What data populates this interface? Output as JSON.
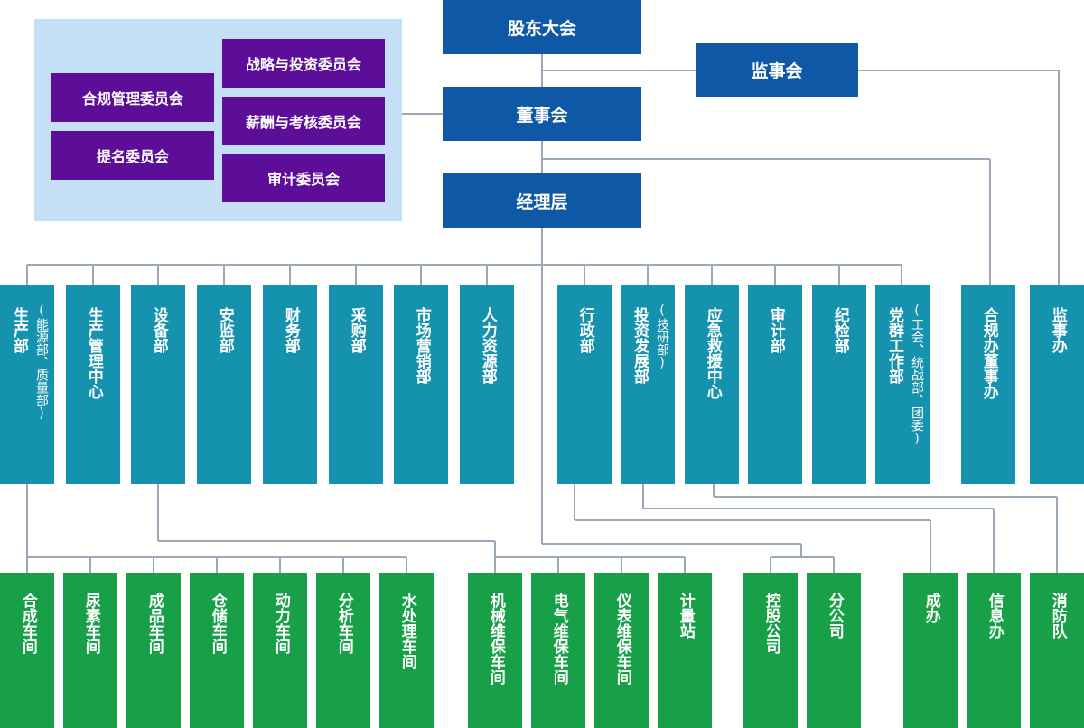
{
  "top": {
    "shareholders": "股东大会",
    "supervisory_board": "监事会",
    "board": "董事会",
    "management": "经理层"
  },
  "committees": {
    "strategy": "战略与投资委员会",
    "compliance": "合规管理委员会",
    "compensation": "薪酬与考核委员会",
    "nomination": "提名委员会",
    "audit": "审计委员会"
  },
  "departments": {
    "production": {
      "name": "生产部",
      "note": "(能源部、质量部)"
    },
    "prod_mgmt": "生产管理中心",
    "equipment": "设备部",
    "safety": "安监部",
    "finance": "财务部",
    "procurement": "采购部",
    "marketing": "市场营销部",
    "hr": "人力资源部",
    "admin": "行政部",
    "investment": {
      "name": "投资发展部",
      "note": "(技研部)"
    },
    "emergency": "应急救援中心",
    "audit": "审计部",
    "discipline": "纪检部",
    "party": {
      "name": "党群工作部",
      "note": "(工会、统战部、团委)"
    },
    "compliance_board_office": "合规办董事办",
    "supervisory_office": "监事办"
  },
  "units": {
    "synthesis": "合成车间",
    "urea": "尿素车间",
    "product": "成品车间",
    "storage": "仓储车间",
    "power": "动力车间",
    "analysis": "分析车间",
    "water": "水处理车间",
    "mechanical": "机械维保车间",
    "electrical": "电气维保车间",
    "instrument": "仪表维保车间",
    "metering": "计量站",
    "holding": "控股公司",
    "branch": "分公司",
    "chengban": "成办",
    "info": "信息办",
    "fire": "消防队"
  },
  "colors": {
    "top": "#0e58a6",
    "committee": "#5c0e99",
    "committee_panel": "#c5e0f6",
    "department": "#1592ad",
    "unit": "#17a048",
    "connector": "#9aa9b5"
  }
}
